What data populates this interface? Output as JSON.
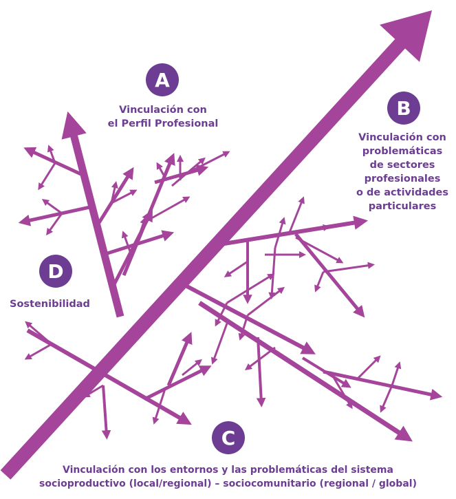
{
  "colors": {
    "accent": "#a4449a",
    "badge": "#6c3d93",
    "text": "#6c3d93"
  },
  "nodes": {
    "A": {
      "letter": "A",
      "lines": [
        "Vinculación con",
        "el Perfil Profesional"
      ]
    },
    "B": {
      "letter": "B",
      "lines": [
        "Vinculación con",
        "problemáticas",
        "de sectores",
        "profesionales",
        "o de actividades",
        "particulares"
      ]
    },
    "C": {
      "letter": "C",
      "lines": [
        "Vinculación con los entornos y las problemáticas del sistema",
        "socioproductivo (local/regional) – sociocomunitario (regional / global)"
      ]
    },
    "D": {
      "letter": "D",
      "lines": [
        "Sostenibilidad"
      ]
    }
  }
}
